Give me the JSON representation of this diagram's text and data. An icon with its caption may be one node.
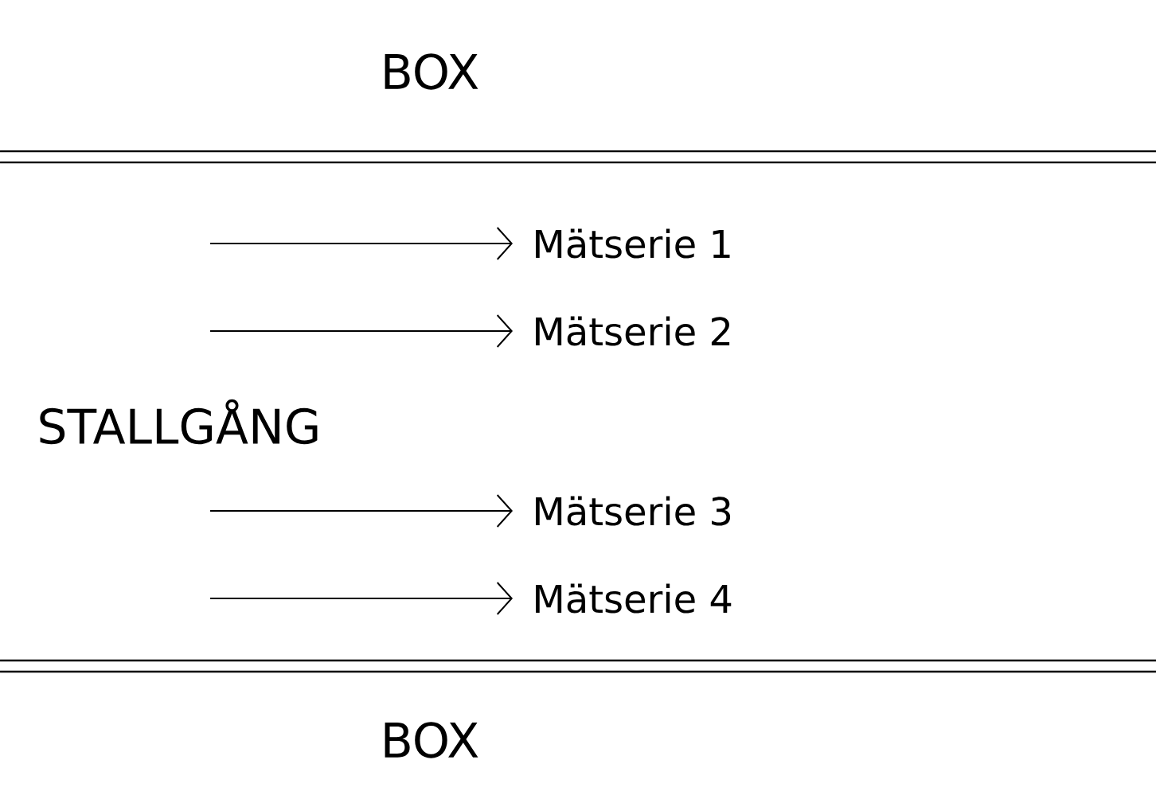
{
  "diagram": {
    "nodes": [
      {
        "text": [
          "Mätserie 1"
        ]
      },
      {
        "text": [
          "Mätserie 2"
        ]
      },
      {
        "text": [
          "Mätserie 3"
        ]
      },
      {
        "text": [
          "Mätserie 4"
        ]
      }
    ],
    "edges": [
      {
        "from": null,
        "to": 0,
        "arrow": "to"
      },
      {
        "from": null,
        "to": 1,
        "arrow": "to"
      },
      {
        "from": null,
        "to": 2,
        "arrow": "to"
      },
      {
        "from": null,
        "to": 3,
        "arrow": "to"
      }
    ],
    "labels": [
      "BOX",
      "STALLGÅNG",
      "BOX"
    ]
  }
}
